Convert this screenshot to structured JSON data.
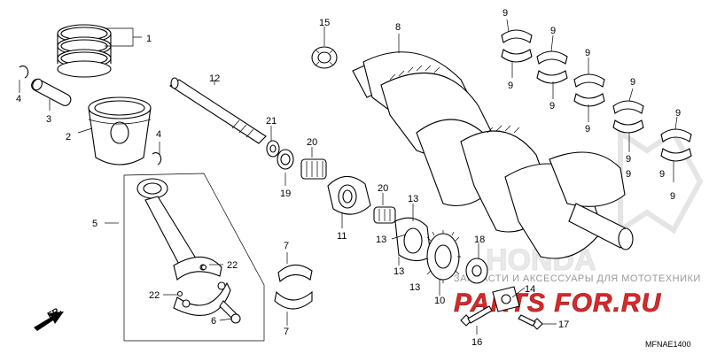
{
  "diagram": {
    "code": "MFNAE1400",
    "front_marker": "FR.",
    "watermark": {
      "brand": "HONDA",
      "subtitle": "ЗАПЧАСТИ И АКСЕССУАРЫ ДЛЯ МОТОТЕХНИКИ",
      "site": "PARTS FOR.RU",
      "site_color": "#d42a2a",
      "watermark_color": "#cfcfcf"
    },
    "callouts": [
      {
        "id": "c1",
        "text": "1"
      },
      {
        "id": "c2",
        "text": "2"
      },
      {
        "id": "c3",
        "text": "3"
      },
      {
        "id": "c4a",
        "text": "4"
      },
      {
        "id": "c4b",
        "text": "4"
      },
      {
        "id": "c5",
        "text": "5"
      },
      {
        "id": "c6",
        "text": "6"
      },
      {
        "id": "c7a",
        "text": "7"
      },
      {
        "id": "c7b",
        "text": "7"
      },
      {
        "id": "c8",
        "text": "8"
      },
      {
        "id": "c9a",
        "text": "9"
      },
      {
        "id": "c9b",
        "text": "9"
      },
      {
        "id": "c9c",
        "text": "9"
      },
      {
        "id": "c9d",
        "text": "9"
      },
      {
        "id": "c9e",
        "text": "9"
      },
      {
        "id": "c9f",
        "text": "9"
      },
      {
        "id": "c9g",
        "text": "9"
      },
      {
        "id": "c9h",
        "text": "9"
      },
      {
        "id": "c9i",
        "text": "9"
      },
      {
        "id": "c9j",
        "text": "9"
      },
      {
        "id": "c9k",
        "text": "9"
      },
      {
        "id": "c9l",
        "text": "9"
      },
      {
        "id": "c10",
        "text": "10"
      },
      {
        "id": "c11",
        "text": "11"
      },
      {
        "id": "c12",
        "text": "12"
      },
      {
        "id": "c13a",
        "text": "13"
      },
      {
        "id": "c13b",
        "text": "13"
      },
      {
        "id": "c13c",
        "text": "13"
      },
      {
        "id": "c13d",
        "text": "13"
      },
      {
        "id": "c14",
        "text": "14"
      },
      {
        "id": "c15",
        "text": "15"
      },
      {
        "id": "c16",
        "text": "16"
      },
      {
        "id": "c17",
        "text": "17"
      },
      {
        "id": "c18",
        "text": "18"
      },
      {
        "id": "c19",
        "text": "19"
      },
      {
        "id": "c20a",
        "text": "20"
      },
      {
        "id": "c20b",
        "text": "20"
      },
      {
        "id": "c21",
        "text": "21"
      },
      {
        "id": "c22a",
        "text": "22"
      },
      {
        "id": "c22b",
        "text": "22"
      }
    ]
  }
}
